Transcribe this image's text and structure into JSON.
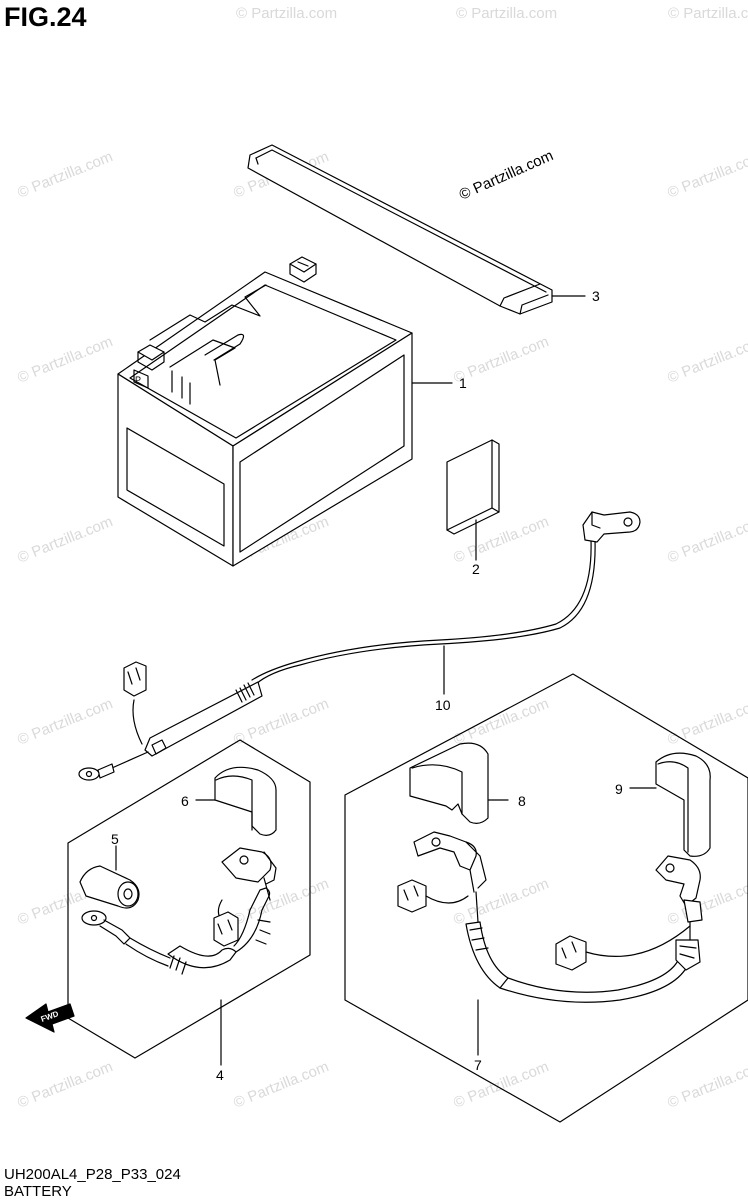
{
  "figure": {
    "title": "FIG.24",
    "model_code": "UH200AL4_P28_P33_024",
    "section": "BATTERY",
    "copyright": "© Partzilla.com",
    "watermark": "© Partzilla.com",
    "fwd_label": "FWD"
  },
  "callouts": [
    {
      "id": "1",
      "part": "battery"
    },
    {
      "id": "2",
      "part": "label"
    },
    {
      "id": "3",
      "part": "battery-band"
    },
    {
      "id": "4",
      "part": "harness-kit"
    },
    {
      "id": "5",
      "part": "terminal-boot"
    },
    {
      "id": "6",
      "part": "terminal-cap"
    },
    {
      "id": "7",
      "part": "harness-kit"
    },
    {
      "id": "8",
      "part": "terminal-cap"
    },
    {
      "id": "9",
      "part": "terminal-cap"
    },
    {
      "id": "10",
      "part": "lead-wire"
    }
  ]
}
